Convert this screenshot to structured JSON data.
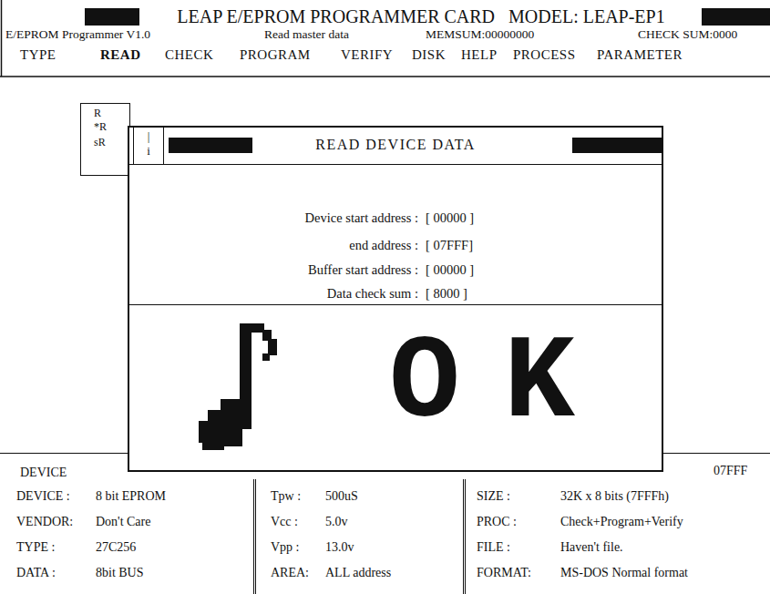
{
  "diagram": {
    "title": "LEAP E/EPROM PROGRAMMER CARD   MODEL: LEAP-EP1",
    "nodes": [
      {
        "text": [
          "R",
          "*R",
          "sR"
        ]
      },
      {
        "text": [
          "READ DEVICE DATA"
        ]
      },
      {
        "text": [
          "Device start address :",
          "[ 00000 ]",
          "end address :",
          "[ 07FFF]",
          "Buffer start address :",
          "[ 00000 ]",
          "Data check sum :",
          "[ 8000 ]"
        ],
        "in": 1
      },
      {
        "text": [
          "OK"
        ],
        "in": 1
      },
      {
        "text": [
          "|",
          "i"
        ],
        "in": 1
      },
      {
        "text": [
          "DEVICE",
          "07FFF"
        ]
      },
      {
        "text": [
          "DEVICE :",
          "8 bit EPROM",
          "VENDOR:",
          "Don't Care",
          "TYPE :",
          "27C256",
          "DATA :",
          "8bit BUS"
        ],
        "in": 5
      },
      {
        "text": [
          "Tpw :",
          "500uS",
          "Vcc :",
          "5.0v",
          "Vpp :",
          "13.0v",
          "AREA:",
          "ALL address"
        ],
        "in": 5
      },
      {
        "text": [
          "SIZE :",
          "32K x 8 bits (7FFFh)",
          "PROC :",
          "Check+Program+Verify",
          "FILE :",
          "Haven't file.",
          "FORMAT:",
          "MS-DOS Normal format"
        ],
        "in": 5
      }
    ],
    "labels": [
      "E/EPROM Programmer V1.0",
      "Read master data",
      "MEMSUM:00000000",
      "CHECK SUM:0000",
      "TYPE",
      "READ",
      "CHECK",
      "PROGRAM",
      "VERIFY",
      "DISK",
      "HELP",
      "PROCESS",
      "PARAMETER"
    ]
  }
}
